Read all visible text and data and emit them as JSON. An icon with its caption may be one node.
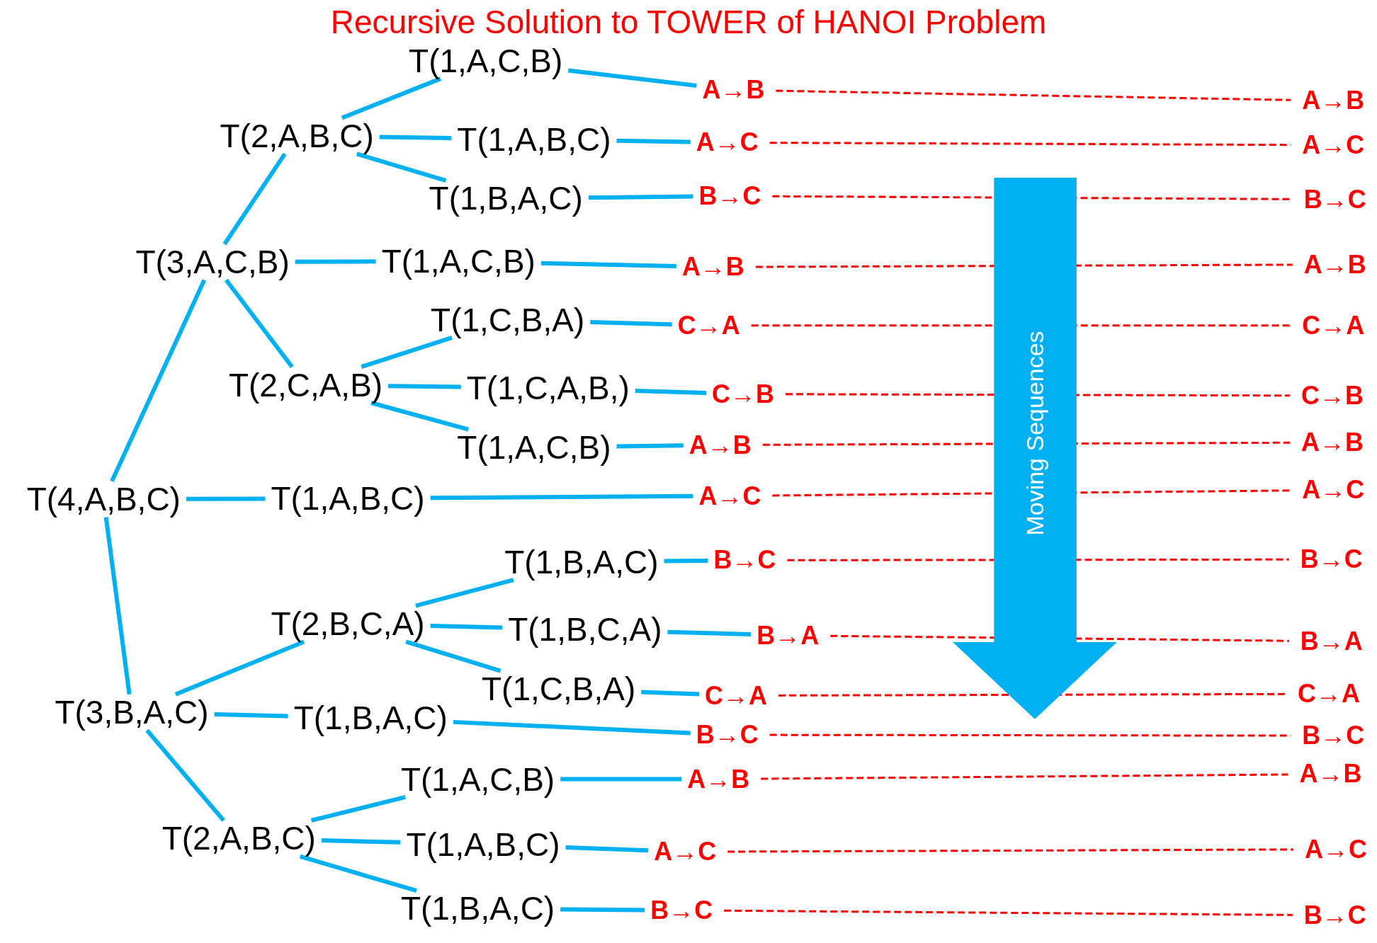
{
  "diagram": {
    "title": "Recursive Solution to TOWER of HANOI Problem",
    "nodes": [
      {
        "text": [
          "T(4,A,B,C)"
        ]
      },
      {
        "text": [
          "T(3,A,C,B)"
        ]
      },
      {
        "text": [
          "T(2,A,B,C)"
        ]
      },
      {
        "text": [
          "T(1,A,C,B)"
        ]
      },
      {
        "text": [
          "T(1,A,B,C)"
        ]
      },
      {
        "text": [
          "T(1,B,A,C)"
        ]
      },
      {
        "text": [
          "T(1,A,C,B)"
        ]
      },
      {
        "text": [
          "T(2,C,A,B)"
        ]
      },
      {
        "text": [
          "T(1,C,B,A)"
        ]
      },
      {
        "text": [
          "T(1,C,A,B,)"
        ]
      },
      {
        "text": [
          "T(1,A,C,B)"
        ]
      },
      {
        "text": [
          "T(1,A,B,C)"
        ]
      },
      {
        "text": [
          "T(3,B,A,C)"
        ]
      },
      {
        "text": [
          "T(2,B,C,A)"
        ]
      },
      {
        "text": [
          "T(1,B,A,C)"
        ]
      },
      {
        "text": [
          "T(1,B,C,A)"
        ]
      },
      {
        "text": [
          "T(1,C,B,A)"
        ]
      },
      {
        "text": [
          "T(1,B,A,C)"
        ]
      },
      {
        "text": [
          "T(2,A,B,C)"
        ]
      },
      {
        "text": [
          "T(1,A,C,B)"
        ]
      },
      {
        "text": [
          "T(1,A,B,C)"
        ]
      },
      {
        "text": [
          "T(1,B,A,C)"
        ]
      },
      {
        "text": [
          "A→B"
        ]
      },
      {
        "text": [
          "A→C"
        ]
      },
      {
        "text": [
          "B→C"
        ]
      },
      {
        "text": [
          "A→B"
        ]
      },
      {
        "text": [
          "C→A"
        ]
      },
      {
        "text": [
          "C→B"
        ]
      },
      {
        "text": [
          "A→B"
        ]
      },
      {
        "text": [
          "A→C"
        ]
      },
      {
        "text": [
          "B→C"
        ]
      },
      {
        "text": [
          "B→A"
        ]
      },
      {
        "text": [
          "C→A"
        ]
      },
      {
        "text": [
          "B→C"
        ]
      },
      {
        "text": [
          "A→B"
        ]
      },
      {
        "text": [
          "A→C"
        ]
      },
      {
        "text": [
          "B→C"
        ]
      },
      {
        "text": [
          "A→B"
        ]
      },
      {
        "text": [
          "A→C"
        ]
      },
      {
        "text": [
          "B→C"
        ]
      },
      {
        "text": [
          "A→B"
        ]
      },
      {
        "text": [
          "C→A"
        ]
      },
      {
        "text": [
          "C→B"
        ]
      },
      {
        "text": [
          "A→B"
        ]
      },
      {
        "text": [
          "A→C"
        ]
      },
      {
        "text": [
          "B→C"
        ]
      },
      {
        "text": [
          "B→A"
        ]
      },
      {
        "text": [
          "C→A"
        ]
      },
      {
        "text": [
          "B→C"
        ]
      },
      {
        "text": [
          "A→B"
        ]
      },
      {
        "text": [
          "A→C"
        ]
      },
      {
        "text": [
          "B→C"
        ]
      }
    ],
    "labels": [
      "Moving Sequences"
    ],
    "edges": [
      {
        "from": 0,
        "to": 1,
        "arrow": "none"
      },
      {
        "from": 0,
        "to": 11,
        "arrow": "none"
      },
      {
        "from": 0,
        "to": 12,
        "arrow": "none"
      },
      {
        "from": 1,
        "to": 2,
        "arrow": "none"
      },
      {
        "from": 1,
        "to": 6,
        "arrow": "none"
      },
      {
        "from": 1,
        "to": 7,
        "arrow": "none"
      },
      {
        "from": 2,
        "to": 3,
        "arrow": "none"
      },
      {
        "from": 2,
        "to": 4,
        "arrow": "none"
      },
      {
        "from": 2,
        "to": 5,
        "arrow": "none"
      },
      {
        "from": 7,
        "to": 8,
        "arrow": "none"
      },
      {
        "from": 7,
        "to": 9,
        "arrow": "none"
      },
      {
        "from": 7,
        "to": 10,
        "arrow": "none"
      },
      {
        "from": 12,
        "to": 13,
        "arrow": "none"
      },
      {
        "from": 12,
        "to": 17,
        "arrow": "none"
      },
      {
        "from": 12,
        "to": 18,
        "arrow": "none"
      },
      {
        "from": 13,
        "to": 14,
        "arrow": "none"
      },
      {
        "from": 13,
        "to": 15,
        "arrow": "none"
      },
      {
        "from": 13,
        "to": 16,
        "arrow": "none"
      },
      {
        "from": 18,
        "to": 19,
        "arrow": "none"
      },
      {
        "from": 18,
        "to": 20,
        "arrow": "none"
      },
      {
        "from": 18,
        "to": 21,
        "arrow": "none"
      },
      {
        "from": 3,
        "to": 22,
        "arrow": "none"
      },
      {
        "from": 4,
        "to": 23,
        "arrow": "none"
      },
      {
        "from": 5,
        "to": 24,
        "arrow": "none"
      },
      {
        "from": 6,
        "to": 25,
        "arrow": "none"
      },
      {
        "from": 8,
        "to": 26,
        "arrow": "none"
      },
      {
        "from": 9,
        "to": 27,
        "arrow": "none"
      },
      {
        "from": 10,
        "to": 28,
        "arrow": "none"
      },
      {
        "from": 11,
        "to": 29,
        "arrow": "none"
      },
      {
        "from": 14,
        "to": 30,
        "arrow": "none"
      },
      {
        "from": 15,
        "to": 31,
        "arrow": "none"
      },
      {
        "from": 16,
        "to": 32,
        "arrow": "none"
      },
      {
        "from": 17,
        "to": 33,
        "arrow": "none"
      },
      {
        "from": 19,
        "to": 34,
        "arrow": "none"
      },
      {
        "from": 20,
        "to": 35,
        "arrow": "none"
      },
      {
        "from": 21,
        "to": 36,
        "arrow": "none"
      },
      {
        "from": 22,
        "to": 37,
        "arrow": "none",
        "style": "dashed",
        "color": "#ff0000"
      },
      {
        "from": 23,
        "to": 38,
        "arrow": "none",
        "style": "dashed",
        "color": "#ff0000"
      },
      {
        "from": 24,
        "to": 39,
        "arrow": "none",
        "style": "dashed",
        "color": "#ff0000"
      },
      {
        "from": 25,
        "to": 40,
        "arrow": "none",
        "style": "dashed",
        "color": "#ff0000"
      },
      {
        "from": 26,
        "to": 41,
        "arrow": "none",
        "style": "dashed",
        "color": "#ff0000"
      },
      {
        "from": 27,
        "to": 42,
        "arrow": "none",
        "style": "dashed",
        "color": "#ff0000"
      },
      {
        "from": 28,
        "to": 43,
        "arrow": "none",
        "style": "dashed",
        "color": "#ff0000"
      },
      {
        "from": 29,
        "to": 44,
        "arrow": "none",
        "style": "dashed",
        "color": "#ff0000"
      },
      {
        "from": 30,
        "to": 45,
        "arrow": "none",
        "style": "dashed",
        "color": "#ff0000"
      },
      {
        "from": 31,
        "to": 46,
        "arrow": "none",
        "style": "dashed",
        "color": "#ff0000"
      },
      {
        "from": 32,
        "to": 47,
        "arrow": "none",
        "style": "dashed",
        "color": "#ff0000"
      },
      {
        "from": 33,
        "to": 48,
        "arrow": "none",
        "style": "dashed",
        "color": "#ff0000"
      },
      {
        "from": 34,
        "to": 49,
        "arrow": "none",
        "style": "dashed",
        "color": "#ff0000"
      },
      {
        "from": 35,
        "to": 50,
        "arrow": "none",
        "style": "dashed",
        "color": "#ff0000"
      },
      {
        "from": 36,
        "to": 51,
        "arrow": "none",
        "style": "dashed",
        "color": "#ff0000"
      }
    ]
  }
}
